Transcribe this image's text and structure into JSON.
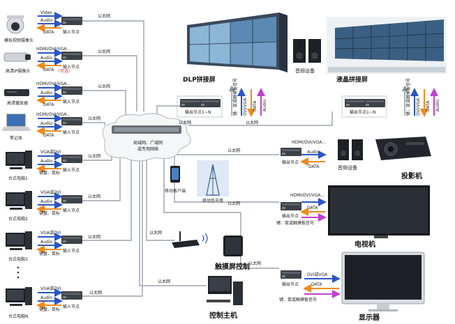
{
  "labels": {
    "ethernet": "以太网",
    "video": "Video",
    "audio": "Audio",
    "data": "DATA",
    "hdmi": "HDMI/DVI/VGA...",
    "vga_dvi": "VGA或DVI",
    "kb_mouse": "键盘、鼠标",
    "input_node": "输入节点",
    "output_node": "输出节点",
    "output_node_n": "输出节点1~N",
    "optional": "（可选）",
    "dvi_or_vga": "DVI或VGA",
    "kb_mouse_signal": "键、鼠或触摸板信号",
    "dvi_vga": "DVI/VGA",
    "network_cloud": "局域网、广域网\n或专用网络"
  },
  "devices": {
    "analog_cam": "模拟视频摄像头",
    "hd_ip_cam": "高清IP摄像头",
    "hd_player": "高清播放器",
    "laptop": "笔记本",
    "pc1": "台式电脑1",
    "pc2": "台式电脑2",
    "pc3": "台式电脑3",
    "pcn": "台式电脑N",
    "mobile_client": "移动客户端",
    "mobile_signal": "移动信号塔"
  },
  "titles": {
    "dlp": "DLP拼接屏",
    "audio_equipment": "音频设备",
    "lcd_wall": "液晶拼接屏",
    "audio_equipment2": "音频设备",
    "projector": "投影机",
    "tv": "电视机",
    "touch_control": "触摸屏控制",
    "control_host": "控制主机",
    "display": "显示器"
  },
  "colors": {
    "video_arrow": "#2a56c6",
    "audio_arrow": "#2a56c6",
    "data_arrow": "#f08a1c",
    "aux_arrow": "#c040d0",
    "network_line": "#9aa3ad",
    "text_red": "#e0343a"
  }
}
